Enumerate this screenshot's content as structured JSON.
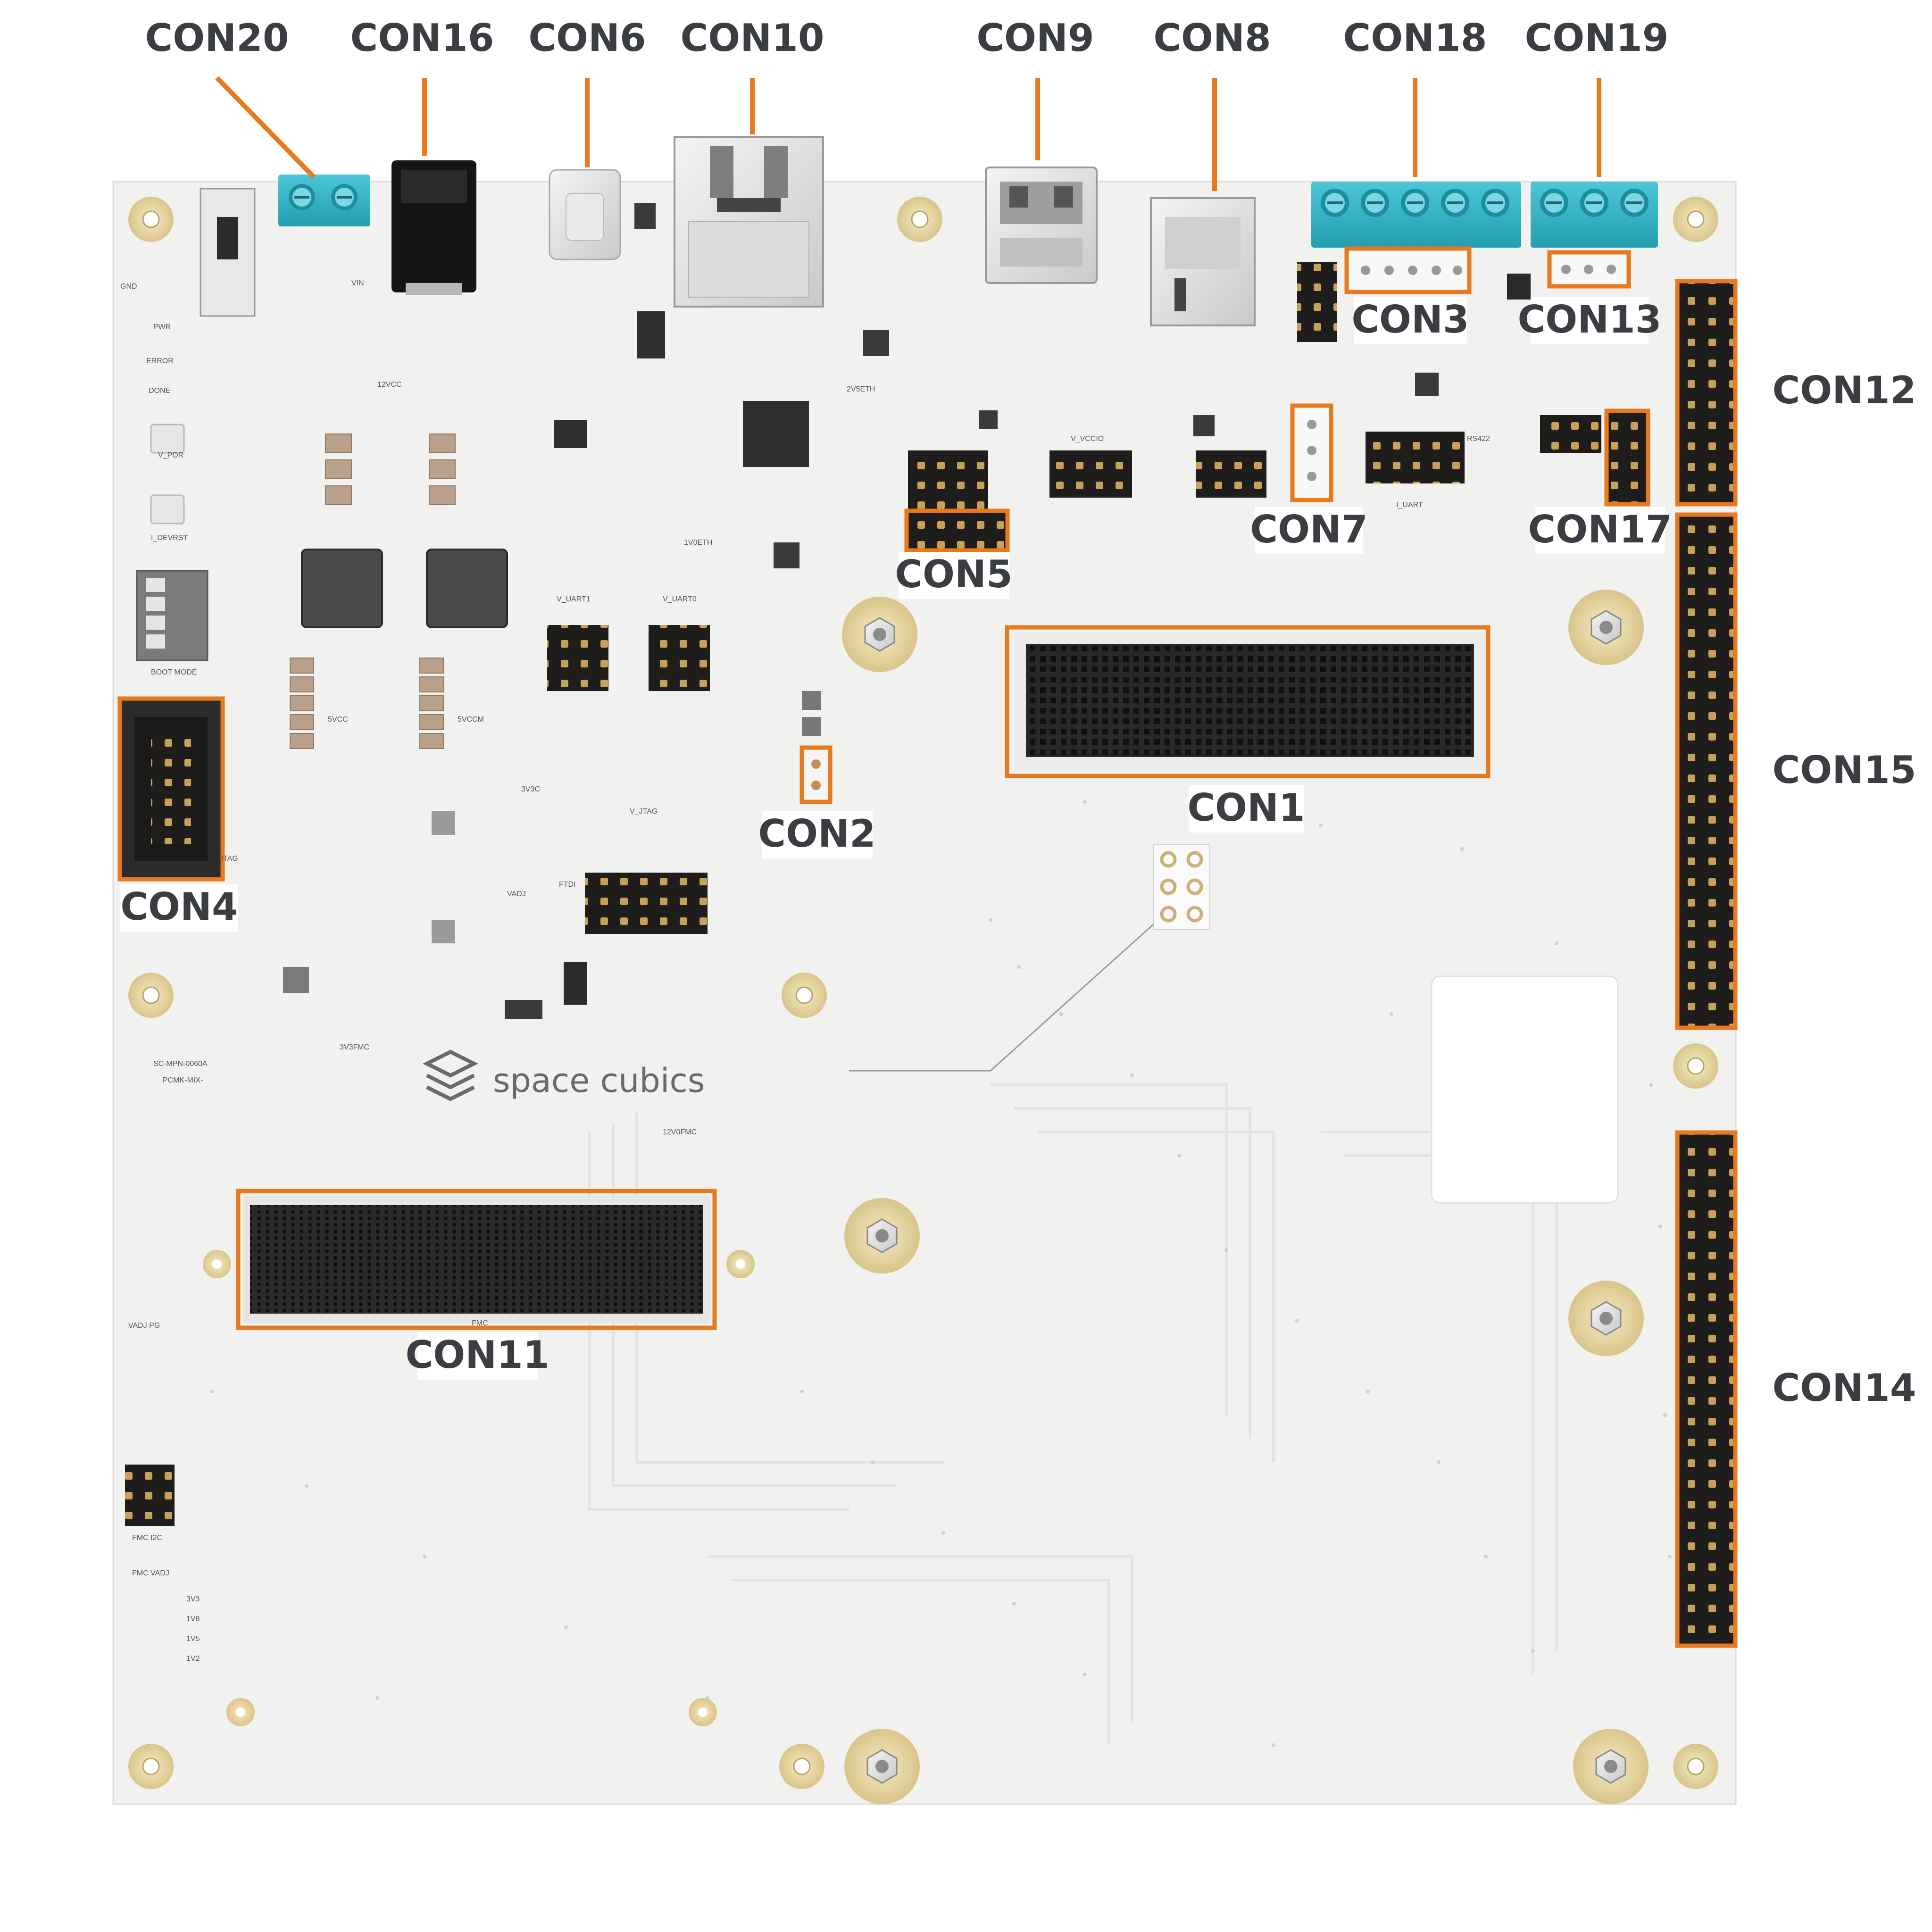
{
  "board": {
    "part_number": "SC-MPN-0060A",
    "logo_text": "space cubics",
    "pcb_mark": "PCMK-MIX-"
  },
  "colors": {
    "highlight": "#e8791e",
    "board": "#f1f1f0",
    "terminal": "#35b7cc",
    "pin": "#1e1c1a",
    "mount_pad": "#e9d9a6",
    "label_text": "#3a3d42"
  },
  "callouts": {
    "con20": "CON20",
    "con16": "CON16",
    "con6": "CON6",
    "con10": "CON10",
    "con9": "CON9",
    "con8": "CON8",
    "con18": "CON18",
    "con19": "CON19",
    "con3": "CON3",
    "con13": "CON13",
    "con12": "CON12",
    "con5": "CON5",
    "con7": "CON7",
    "con17": "CON17",
    "con15": "CON15",
    "con1": "CON1",
    "con2": "CON2",
    "con4": "CON4",
    "con11": "CON11",
    "con14": "CON14"
  },
  "silkscreen": {
    "v_uart1": "V_UART1",
    "v_uart0": "V_UART0",
    "v_jtag": "V_JTAG",
    "boot_mode": "BOOT MODE",
    "v_vccio": "V_VCCIO",
    "i_uart": "I_UART",
    "rs422": "RS422",
    "fmc_vadj": "FMC VADJ",
    "fmc_i2c": "FMC I2C",
    "vin": "VIN",
    "v12vcc": "12VCC",
    "v5vccm": "5VCCM",
    "v5vcc": "5VCC",
    "v3v3c": "3V3C",
    "vadj": "VADJ",
    "v3v3fmc": "3V3FMC",
    "v12v0fmc": "12V0FMC",
    "v2v5eth": "2V5ETH",
    "v1v0eth": "1V0ETH",
    "v3v3": "3V3",
    "v1v8": "1V8",
    "v1v5": "1V5",
    "v1v2": "1V2",
    "vadj_pg": "VADJ PG",
    "i_devrst": "I_DEVRST",
    "v_por": "V_POR",
    "pwr": "PWR",
    "error": "ERROR",
    "done": "DONE",
    "gnd": "GND",
    "jtag": "JTAG",
    "ftdi": "FTDI",
    "fmc": "FMC"
  }
}
